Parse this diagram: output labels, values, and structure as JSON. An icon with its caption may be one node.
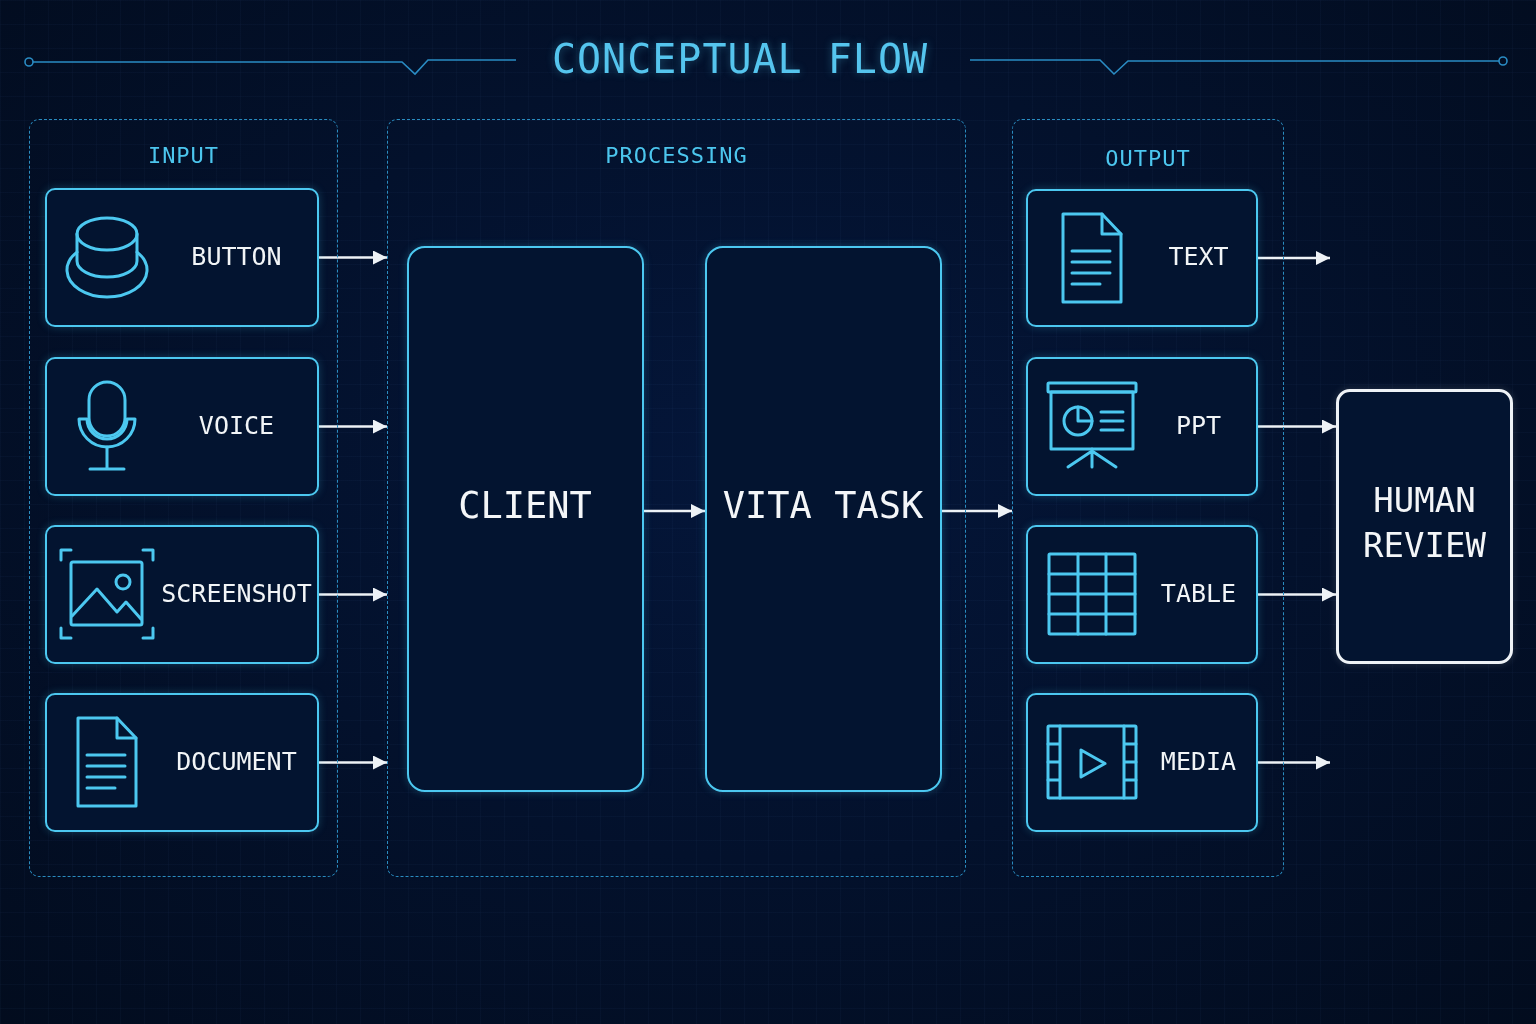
{
  "diagram": {
    "title": "CONCEPTUAL FLOW",
    "nodes": [
      {
        "text": [
          "INPUT"
        ]
      },
      {
        "text": [
          "BUTTON"
        ],
        "in": 0
      },
      {
        "text": [
          "VOICE"
        ],
        "in": 0
      },
      {
        "text": [
          "SCREENSHOT"
        ],
        "in": 0
      },
      {
        "text": [
          "DOCUMENT"
        ],
        "in": 0
      },
      {
        "text": [
          "PROCESSING"
        ]
      },
      {
        "text": [
          "CLIENT"
        ],
        "in": 5
      },
      {
        "text": [
          "VITA TASK"
        ],
        "in": 5
      },
      {
        "text": [
          "OUTPUT"
        ]
      },
      {
        "text": [
          "TEXT"
        ],
        "in": 8
      },
      {
        "text": [
          "PPT"
        ],
        "in": 8
      },
      {
        "text": [
          "TABLE"
        ],
        "in": 8
      },
      {
        "text": [
          "MEDIA"
        ],
        "in": 8
      },
      {
        "text": [
          "HUMAN REVIEW"
        ]
      }
    ],
    "edges": [
      {
        "from": 1,
        "to": 5,
        "arrow": "to"
      },
      {
        "from": 2,
        "to": 5,
        "arrow": "to"
      },
      {
        "from": 3,
        "to": 5,
        "arrow": "to"
      },
      {
        "from": 4,
        "to": 5,
        "arrow": "to"
      },
      {
        "from": 6,
        "to": 7,
        "arrow": "to"
      },
      {
        "from": 7,
        "to": 8,
        "arrow": "to"
      },
      {
        "from": 9,
        "to": null,
        "arrow": "to"
      },
      {
        "from": 10,
        "to": 13,
        "arrow": "to"
      },
      {
        "from": 11,
        "to": 13,
        "arrow": "to"
      },
      {
        "from": 12,
        "to": null,
        "arrow": "to"
      }
    ]
  }
}
